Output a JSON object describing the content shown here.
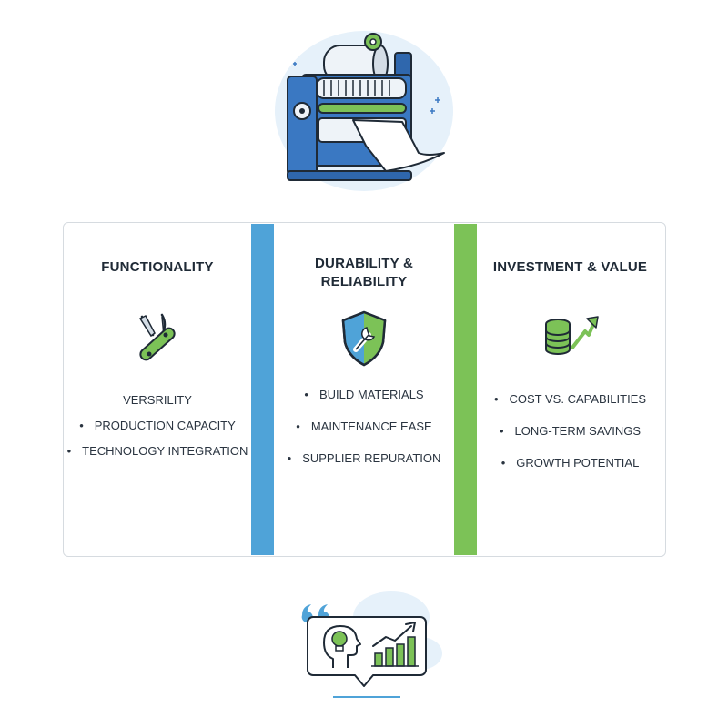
{
  "columns": [
    {
      "title": "FUNCTIONALITY",
      "icon": "multi-tool-icon",
      "items": [
        {
          "label": "VERSRILITY",
          "bullet": false
        },
        {
          "label": "PRODUCTION CAPACITY",
          "bullet": true
        },
        {
          "label": "TECHNOLOGY INTEGRATION",
          "bullet": true
        }
      ]
    },
    {
      "title_line1": "DURABILITY &",
      "title_line2": "RELIABILITY",
      "icon": "shield-wrench-icon",
      "items": [
        {
          "label": "BUILD MATERIALS",
          "bullet": true
        },
        {
          "label": "MAINTENANCE EASE",
          "bullet": true
        },
        {
          "label": "SUPPLIER REPURATION",
          "bullet": true
        }
      ]
    },
    {
      "title": "INVESTMENT & VALUE",
      "icon": "coins-growth-icon",
      "items": [
        {
          "label": "COST VS. CAPABILITIES",
          "bullet": true
        },
        {
          "label": "LONG-TERM SAVINGS",
          "bullet": true
        },
        {
          "label": "GROWTH POTENTIAL",
          "bullet": true
        }
      ]
    }
  ],
  "icons": {
    "hero": "paper-machine-icon",
    "footer": "quote-insight-growth-icon"
  },
  "colors": {
    "blue_accent": "#4fa3d8",
    "green_accent": "#7cc257",
    "navy": "#1f2a36",
    "machine_blue": "#3a78c2",
    "panel_border": "#d6dbe0"
  }
}
